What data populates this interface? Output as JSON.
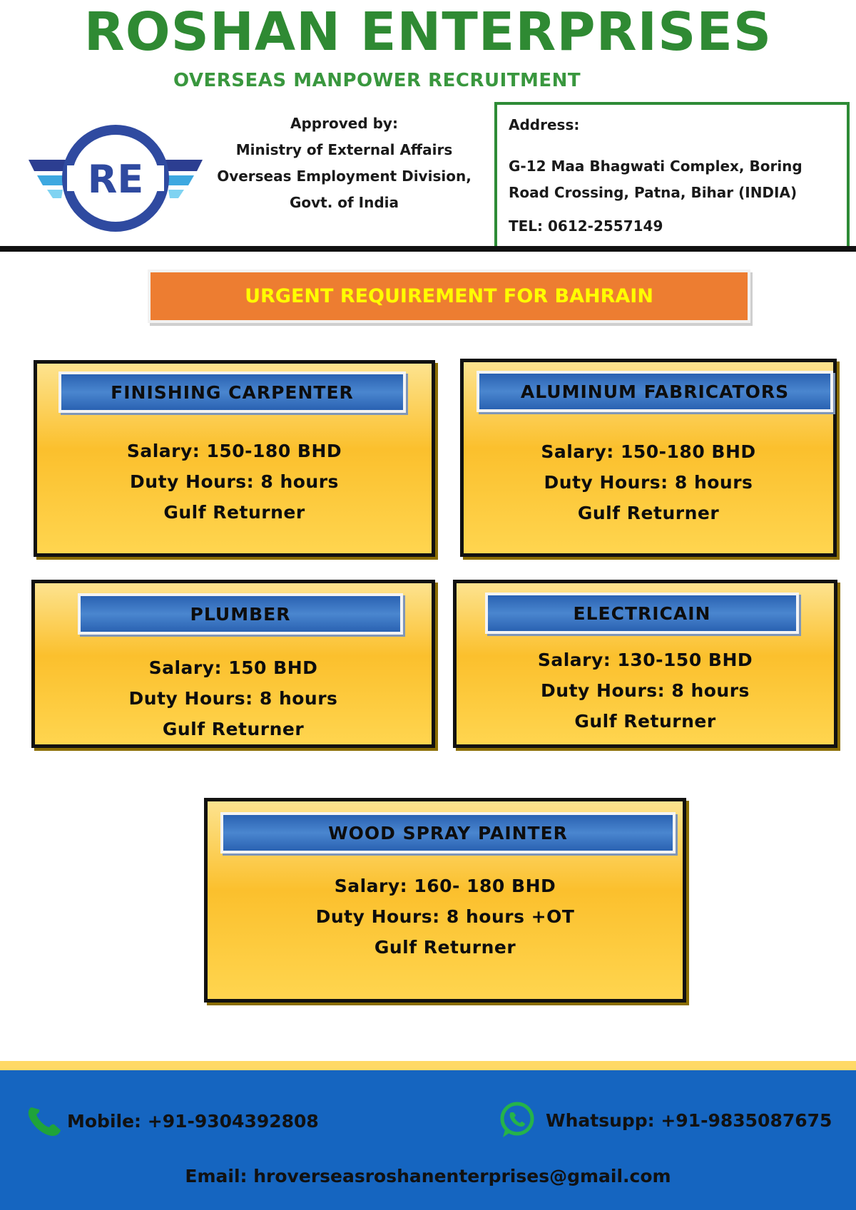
{
  "header": {
    "company_name": "ROSHAN ENTERPRISES",
    "tagline": "OVERSEAS MANPOWER RECRUITMENT",
    "approved": {
      "line1": "Approved by:",
      "line2": "Ministry of External Affairs",
      "line3": "Overseas Employment Division,",
      "line4": "Govt. of India"
    },
    "address": {
      "label": "Address:",
      "line1": "G-12 Maa Bhagwati Complex, Boring",
      "line2": "Road Crossing, Patna, Bihar (INDIA)",
      "tel": "TEL: 0612-2557149"
    },
    "logo_text": "RE"
  },
  "banner": {
    "text": "URGENT REQUIREMENT FOR BAHRAIN"
  },
  "jobs": [
    {
      "title": "FINISHING CARPENTER",
      "salary": "Salary: 150-180 BHD",
      "hours": "Duty Hours: 8 hours",
      "note": "Gulf Returner"
    },
    {
      "title": "ALUMINUM FABRICATORS",
      "salary": "Salary: 150-180 BHD",
      "hours": "Duty Hours: 8 hours",
      "note": "Gulf Returner"
    },
    {
      "title": "PLUMBER",
      "salary": "Salary: 150 BHD",
      "hours": "Duty Hours: 8 hours",
      "note": "Gulf Returner"
    },
    {
      "title": "ELECTRICAIN",
      "salary": "Salary: 130-150 BHD",
      "hours": "Duty Hours: 8 hours",
      "note": "Gulf Returner"
    },
    {
      "title": "WOOD SPRAY PAINTER",
      "salary": "Salary: 160- 180 BHD",
      "hours": "Duty Hours: 8 hours +OT",
      "note": "Gulf Returner"
    }
  ],
  "footer": {
    "mobile": "Mobile: +91-9304392808",
    "whatsapp": "Whatsupp: +91-9835087675",
    "email": "Email: hroverseasroshanenterprises@gmail.com"
  },
  "colors": {
    "brand_green": "#2f8a33",
    "banner_orange": "#ed7d31",
    "banner_text": "#ffff00",
    "card_yellow": "#fbc02d",
    "title_blue": "#2a62b2",
    "footer_blue": "#1565c0",
    "footer_stripe": "#ffd966"
  },
  "icons": [
    "logo-emblem",
    "phone-icon",
    "whatsapp-icon"
  ]
}
